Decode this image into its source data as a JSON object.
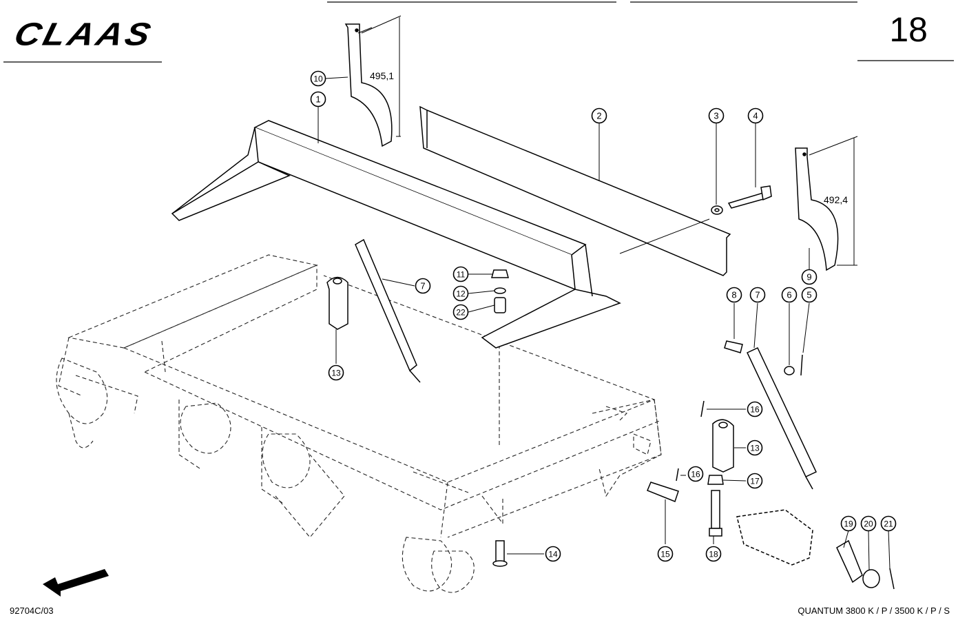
{
  "header": {
    "logo": "CLAAS",
    "page_number": "18"
  },
  "footer": {
    "doc_ref": "92704C/03",
    "model": "QUANTUM 3800 K / P / 3500 K / P / S"
  },
  "dimensions": {
    "part10": "495,1",
    "part9": "492,4"
  },
  "callouts": [
    "1",
    "2",
    "3",
    "4",
    "5",
    "6",
    "7",
    "7",
    "8",
    "9",
    "10",
    "11",
    "12",
    "13",
    "13",
    "14",
    "15",
    "16",
    "16",
    "17",
    "18",
    "19",
    "20",
    "21",
    "22"
  ]
}
